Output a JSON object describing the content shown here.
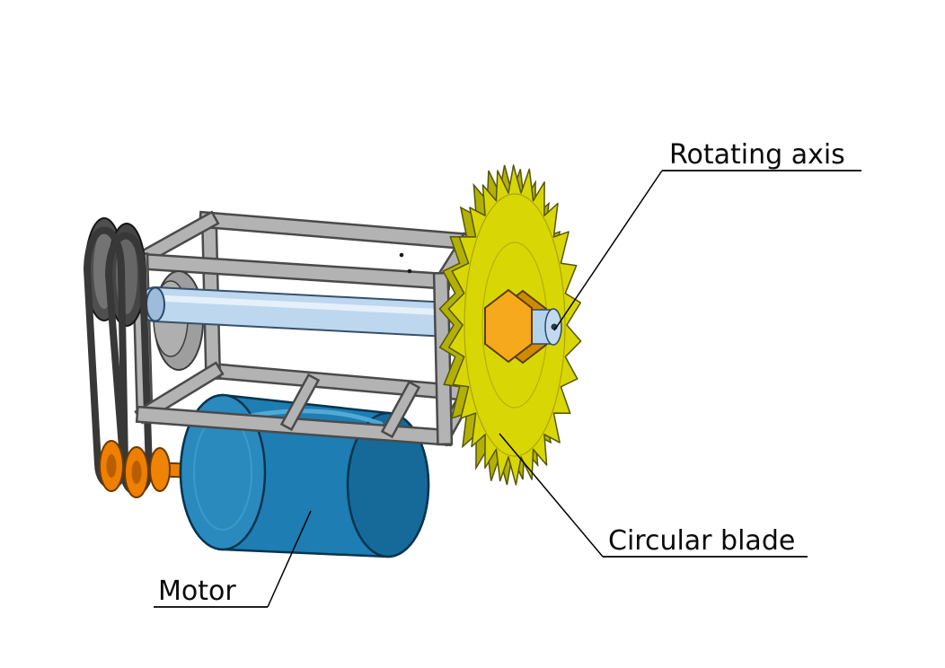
{
  "diagram": {
    "labels": {
      "rotating_axis": "Rotating axis",
      "circular_blade": "Circular blade",
      "motor": "Motor"
    },
    "colors": {
      "background": "#ffffff",
      "frame": "#b3b3b3",
      "frame_edge": "#4a4a4a",
      "axis": "#bdd7ee",
      "axis_edge": "#37506b",
      "axis_cap": "#9dbcdc",
      "blade": "#d9d606",
      "blade_side": "#b2b004",
      "blade_edge": "#55550a",
      "nut": "#f6a91c",
      "nut_dark": "#cf8a00",
      "motor": "#1e7db2",
      "motor_dark": "#156a99",
      "motor_light": "#2a8abd",
      "pulley": "#ee7f00",
      "pulley_dark": "#b95e00",
      "belt": "#383838",
      "upper_pulley": "#4f4f4f",
      "leader_line": "#000000",
      "label_text": "#0a0a0a"
    }
  }
}
